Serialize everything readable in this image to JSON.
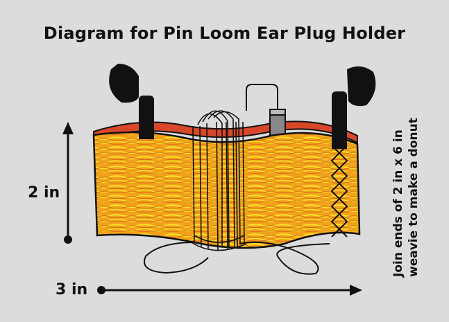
{
  "diagram": {
    "title": "Diagram for Pin Loom Ear Plug Holder",
    "height_label": "2 in",
    "width_label": "3 in",
    "note_line1": "Join ends of 2 in x 6 in",
    "note_line2": "weavie to make a donut"
  },
  "colors": {
    "background": "#dcdcdc",
    "weave_base": "#f2a21a",
    "weave_light": "#f7df2a",
    "weave_dark": "#c8501e",
    "inner_band": "#d9472a",
    "ink": "#111111"
  }
}
